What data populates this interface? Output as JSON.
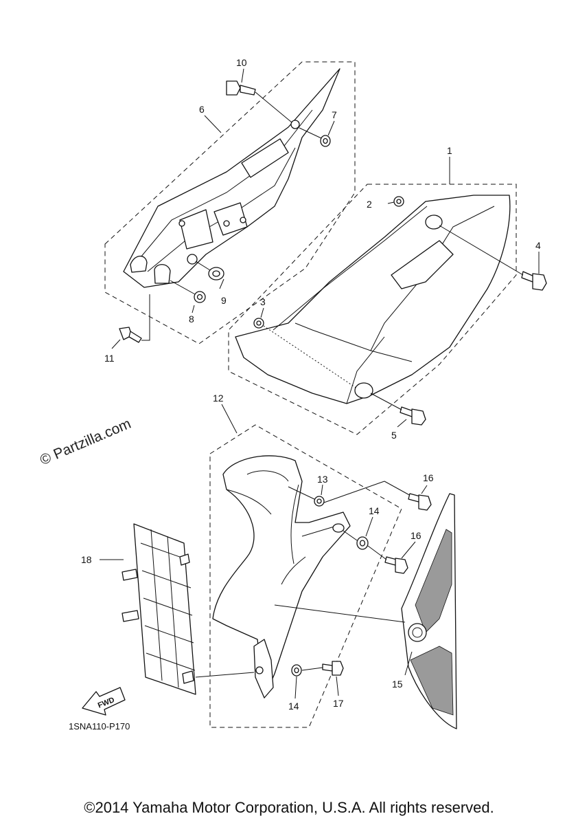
{
  "watermark": "© Partzilla.com",
  "diagram_code": "1SNA110-P170",
  "copyright": "©2014 Yamaha Motor Corporation, U.S.A. All rights reserved.",
  "fwd_label": "FWD",
  "callouts": {
    "c1": "1",
    "c2": "2",
    "c3": "3",
    "c4": "4",
    "c5": "5",
    "c6": "6",
    "c7": "7",
    "c8": "8",
    "c9": "9",
    "c10": "10",
    "c11": "11",
    "c12": "12",
    "c13": "13",
    "c14a": "14",
    "c14b": "14",
    "c15": "15",
    "c16a": "16",
    "c16b": "16",
    "c17": "17",
    "c18": "18"
  }
}
